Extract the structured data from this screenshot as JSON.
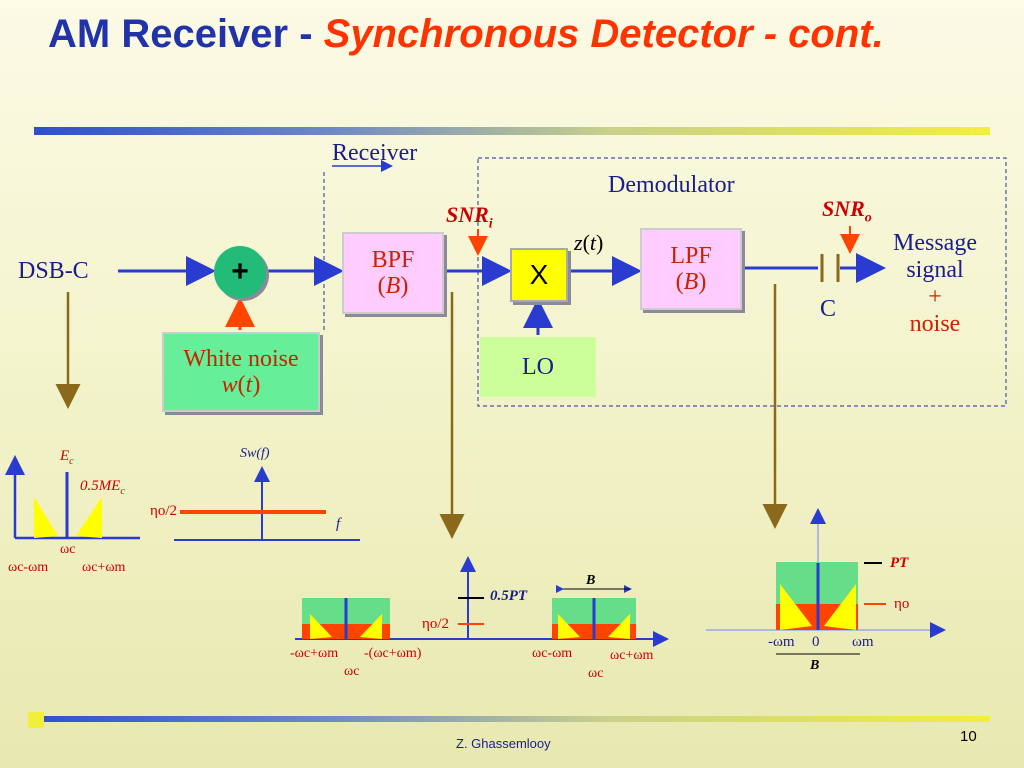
{
  "slide": {
    "title_main": "AM Receiver - ",
    "title_emph": "Synchronous Detector - cont.",
    "footer_author": "Z. Ghassemlooy",
    "page_number": "10"
  },
  "diagram": {
    "receiver_label": "Receiver",
    "demodulator_label": "Demodulator",
    "input_label": "DSB-C",
    "adder_symbol": "+",
    "noise_box": {
      "line1": "White noise",
      "line2_var": "w",
      "line2_arg": "t"
    },
    "bpf": {
      "line1": "BPF",
      "param": "B"
    },
    "mixer": "X",
    "lo": "LO",
    "lpf": {
      "line1": "LPF",
      "param": "B"
    },
    "z_label": {
      "var": "z",
      "arg": "t"
    },
    "snr_i": {
      "base": "SNR",
      "sub": "i"
    },
    "snr_o": {
      "base": "SNR",
      "sub": "o"
    },
    "capacitor_label": "C",
    "output": {
      "line1": "Message",
      "line2": "signal",
      "line3": "+",
      "line4": "noise"
    }
  },
  "spectra": {
    "input": {
      "ec_base": "E",
      "ec_sub": "c",
      "sideband": "0.5ME",
      "sideband_sub": "c",
      "wc": "ωc",
      "lower": "ωc-ωm",
      "upper": "ωc+ωm"
    },
    "noise": {
      "sw": "Sw(f)",
      "level": "ηo/2",
      "f": "f"
    },
    "bandpass": {
      "level": "ηo/2",
      "pt": "0.5PT",
      "B": "B",
      "neg_lower": "-ωc+ωm",
      "neg_upper": "-(ωc+ωm)",
      "neg_center": "ωc",
      "pos_lower": "ωc-ωm",
      "pos_upper": "ωc+ωm",
      "pos_center": "ωc"
    },
    "baseband": {
      "pt": "PT",
      "eta": "ηo",
      "minus_wm": "-ωm",
      "zero": "0",
      "wm": "ωm",
      "B": "B"
    }
  },
  "colors": {
    "title_blue": "#2233aa",
    "title_red": "#ff3300",
    "arrow_blue": "#2a3bd0",
    "arrow_brown": "#8a6a1a",
    "noise_red": "#ff4400",
    "box_pink": "#ffccff",
    "box_green": "#66ee99",
    "box_yellow": "#ffff00",
    "box_lo": "#ccff99",
    "spec_yellow": "#ffff00",
    "spec_green": "#66dd88"
  }
}
